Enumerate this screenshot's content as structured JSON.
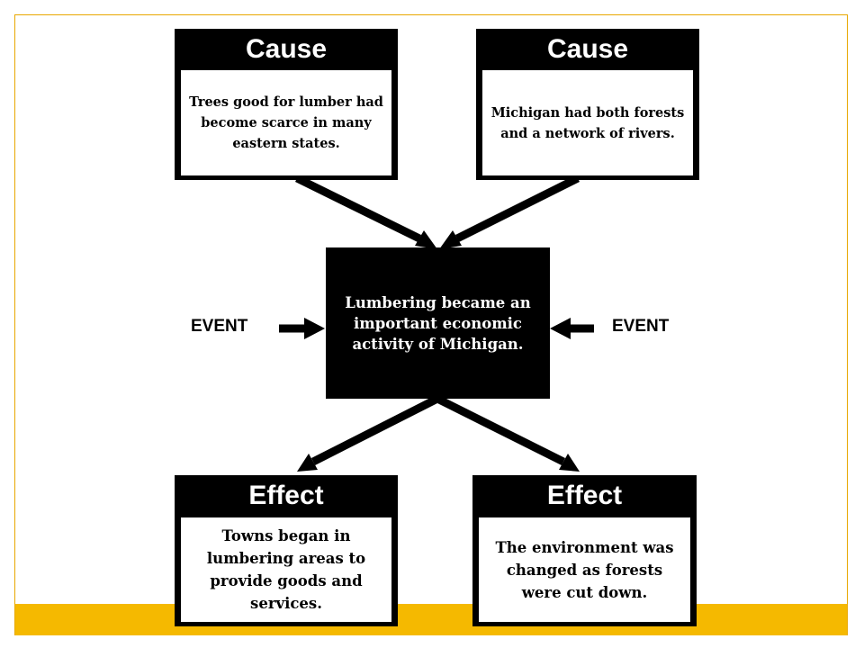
{
  "cause_left": {
    "heading": "Cause",
    "text": "Trees good for lumber had become scarce in many eastern states."
  },
  "cause_right": {
    "heading": "Cause",
    "text": "Michigan had both forests and a network of rivers."
  },
  "event": {
    "text": "Lumbering became an important economic activity of Michigan.",
    "label_left": "EVENT",
    "label_right": "EVENT"
  },
  "effect_left": {
    "heading": "Effect",
    "text": "Towns began in lumbering areas to provide goods and services."
  },
  "effect_right": {
    "heading": "Effect",
    "text": "The environment was changed as forests were cut down."
  },
  "colors": {
    "accent_gold": "#f5b900",
    "box_black": "#000000"
  }
}
